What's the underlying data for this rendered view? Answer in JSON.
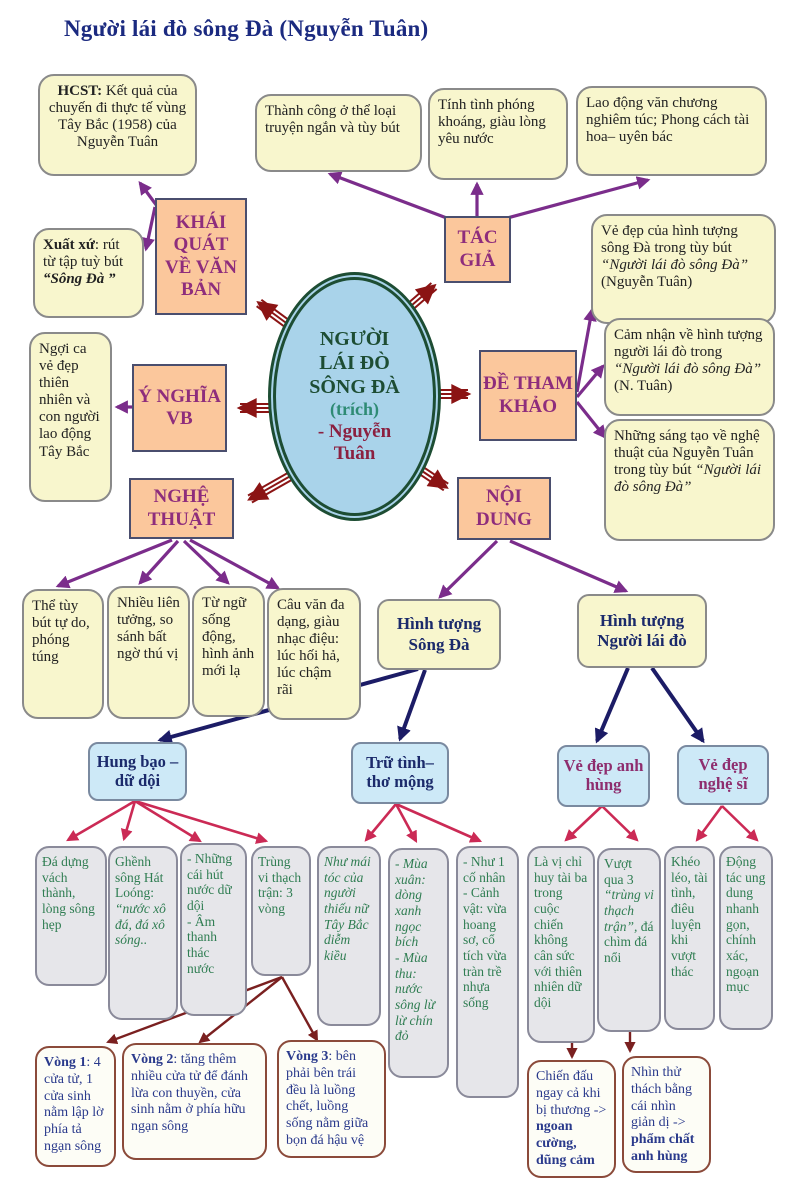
{
  "title": "Người lái đò sông Đà (Nguyễn Tuân)",
  "center": {
    "title": "NGƯỜI LÁI ĐÒ SÔNG ĐÀ",
    "subtitle": "(trích)",
    "author": "- Nguyễn Tuân"
  },
  "branches": {
    "khai_quat": "KHÁI QUÁT VỀ VĂN BẢN",
    "tac_gia": "TÁC GIẢ",
    "y_nghia": "Ý NGHĨA VB",
    "nghe_thuat": "NGHỆ THUẬT",
    "de_tham_khao": "ĐỀ THAM KHẢO",
    "noi_dung": "NỘI DUNG"
  },
  "notes": {
    "hcst": {
      "lead": "HCST:",
      "text": " Kết quả của chuyến đi thực tế vùng Tây Bắc (1958) của Nguyễn Tuân"
    },
    "thanh_cong": "Thành công ở thể loại truyện ngắn và tùy bút",
    "tinh_tinh": "Tính tình phóng khoáng, giàu lòng yêu nước",
    "lao_dong": "Lao động văn chương nghiêm túc; Phong cách tài hoa– uyên bác",
    "xuat_xu": {
      "lead": "Xuất xứ",
      "text": ": rút từ tập tuỳ bút ",
      "source": "“Sông Đà ”"
    },
    "ngoi_ca": "Ngợi ca vẻ đẹp thiên nhiên và con người lao động Tây Bắc"
  },
  "de_tham_khao_items": [
    {
      "text": "Vẻ đẹp của hình tượng sông Đà trong tùy bút ",
      "title": "“Người lái đò sông Đà”",
      "tail": " (Nguyễn Tuân)"
    },
    {
      "text": "Cảm nhận về hình tượng người lái đò trong ",
      "title": "“Người lái đò sông Đà”",
      "tail": " (N. Tuân)"
    },
    {
      "text": "Những sáng tạo về nghệ thuật của Nguyễn Tuân trong tùy bút ",
      "title": "“Người lái đò sông Đà”",
      "tail": ""
    }
  ],
  "nghe_thuat_items": [
    "Thể tùy bút tự do, phóng túng",
    "Nhiều liên tưởng, so sánh bất ngờ thú vị",
    "Từ ngữ sống động, hình ảnh mới lạ",
    "Câu văn đa dạng, giàu nhạc điệu: lúc hối hả, lúc chậm rãi"
  ],
  "noi_dung_items": {
    "song_da": "Hình tượng Sông Đà",
    "nguoi_lai_do": "Hình tượng Người lái đò"
  },
  "aspects": {
    "hung_bao": "Hung bạo – dữ dội",
    "tru_tinh": "Trữ tình– thơ mộng",
    "anh_hung": "Vẻ đẹp anh hùng",
    "nghe_si": "Vẻ đẹp nghệ sĩ"
  },
  "details": [
    {
      "text": "Đá dựng vách thành, lòng sông hẹp"
    },
    {
      "text": "Ghềnh sông Hát Loóng: ",
      "quote": "“nước xô đá, đá xô sóng.."
    },
    {
      "text": "- Những cái hút nước dữ dội\n- Âm thanh thác nước"
    },
    {
      "text": "Trùng vi thạch trận: 3 vòng"
    },
    {
      "quote": "Như mái tóc của người thiếu nữ Tây Bắc diễm kiều"
    },
    {
      "quote": "- Mùa xuân: dòng xanh ngọc bích\n- Mùa thu: nước sông lừ lừ chín đỏ"
    },
    {
      "text": "- Như 1 cố nhân\n- Cảnh vật: vừa hoang sơ, cổ tích vừa tràn trề nhựa sống"
    },
    {
      "text": "Là vị chỉ huy tài ba trong cuộc chiến không cân sức với thiên nhiên dữ dội"
    },
    {
      "text": "Vượt qua 3 ",
      "quote": "“trùng vi thạch trận”,",
      "tail": " đá chìm đá nổi"
    },
    {
      "text": "Khéo léo, tài tình, điêu luyện khi vượt thác"
    },
    {
      "text": "Động tác ung dung nhanh gọn, chính xác, ngoạn mục"
    }
  ],
  "rounds": [
    {
      "lead": "Vòng 1",
      "text": ": 4 cửa tử, 1 cửa sinh nằm lập lờ phía tả ngạn sông"
    },
    {
      "lead": "Vòng 2",
      "text": ": tăng thêm nhiều cửa tử để đánh lừa con thuyền, cửa sinh nằm ở phía hữu ngạn sông"
    },
    {
      "lead": "Vòng 3",
      "text": ": bên phải bên trái đều là luồng chết, luồng sống nằm giữa bọn đá hậu vệ"
    }
  ],
  "conclusions": [
    {
      "text": "Chiến đấu ngay cả khi bị thương -> ",
      "strong": "ngoan cường, dũng cảm"
    },
    {
      "text": "Nhìn thử thách bằng cái nhìn giản dị -> ",
      "strong": "phẩm chất anh hùng"
    }
  ],
  "colors": {
    "title_text": "#1b2a80",
    "leaf_box_bg": "#f8f6cd",
    "branch_node_bg": "#fbc79c",
    "branch_node_text": "#8e2d7c",
    "center_bg": "#a9d3ea",
    "center_border": "#1d4d33",
    "center_author": "#8b2040",
    "sub_box_bg": "#cde9f7",
    "detail_box_bg": "#e6e6ea",
    "detail_text": "#2f7d52",
    "round_box_text": "#2a3a8c",
    "arrow_purple": "#7b2d8b",
    "arrow_navy": "#1c1c66",
    "arrow_crimson": "#cb2a55",
    "arrow_maroon": "#7a2020",
    "arrow_center": "#8b1414"
  }
}
